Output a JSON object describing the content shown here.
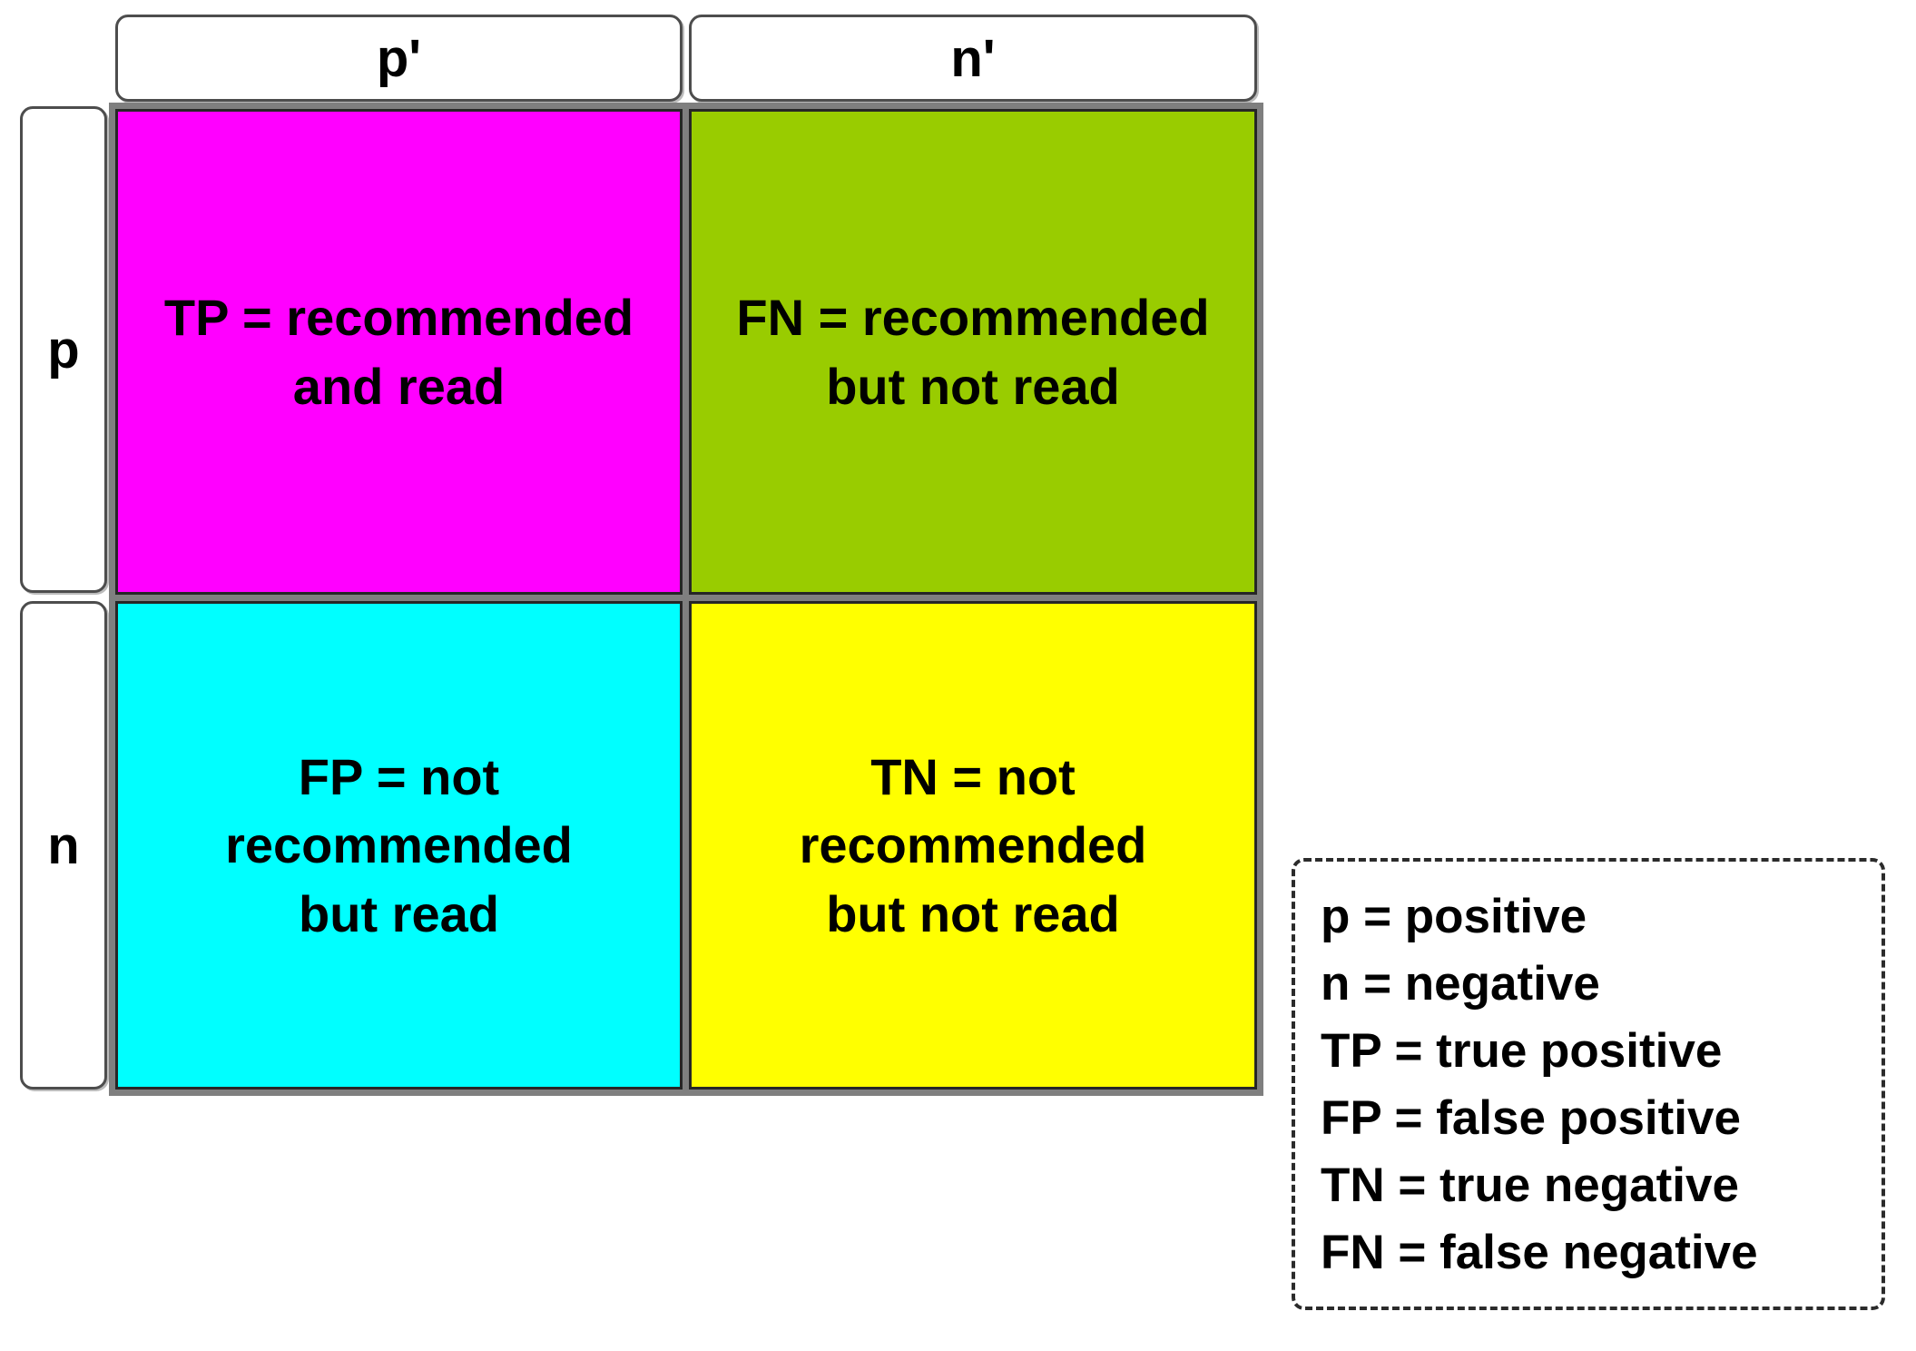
{
  "figure": {
    "type": "confusion-matrix-diagram"
  },
  "colors": {
    "tp_bg": "#FF00FF",
    "fn_bg": "#99CC00",
    "fp_bg": "#00FFFF",
    "tn_bg": "#FFFF00",
    "grid_gap": "#7F7F7F",
    "cell_border": "#262626",
    "box_border": "#4D4D4D",
    "legend_border": "#2B2B2B",
    "text": "#000000"
  },
  "column_headers": [
    {
      "id": "p-prime",
      "label": "p'"
    },
    {
      "id": "n-prime",
      "label": "n'"
    }
  ],
  "row_headers": [
    {
      "id": "p",
      "label": "p"
    },
    {
      "id": "n",
      "label": "n"
    }
  ],
  "cells": [
    {
      "id": "tp",
      "text": "TP = recommended\nand read",
      "bg": "#FF00FF"
    },
    {
      "id": "fn",
      "text": "FN = recommended\nbut not read",
      "bg": "#99CC00"
    },
    {
      "id": "fp",
      "text": "FP = not\nrecommended\nbut read",
      "bg": "#00FFFF"
    },
    {
      "id": "tn",
      "text": "TN = not\nrecommended\nbut not read",
      "bg": "#FFFF00"
    }
  ],
  "legend": {
    "items": [
      "p = positive",
      "n = negative",
      "TP = true positive",
      "FP = false positive",
      "TN = true negative",
      "FN = false negative"
    ]
  }
}
